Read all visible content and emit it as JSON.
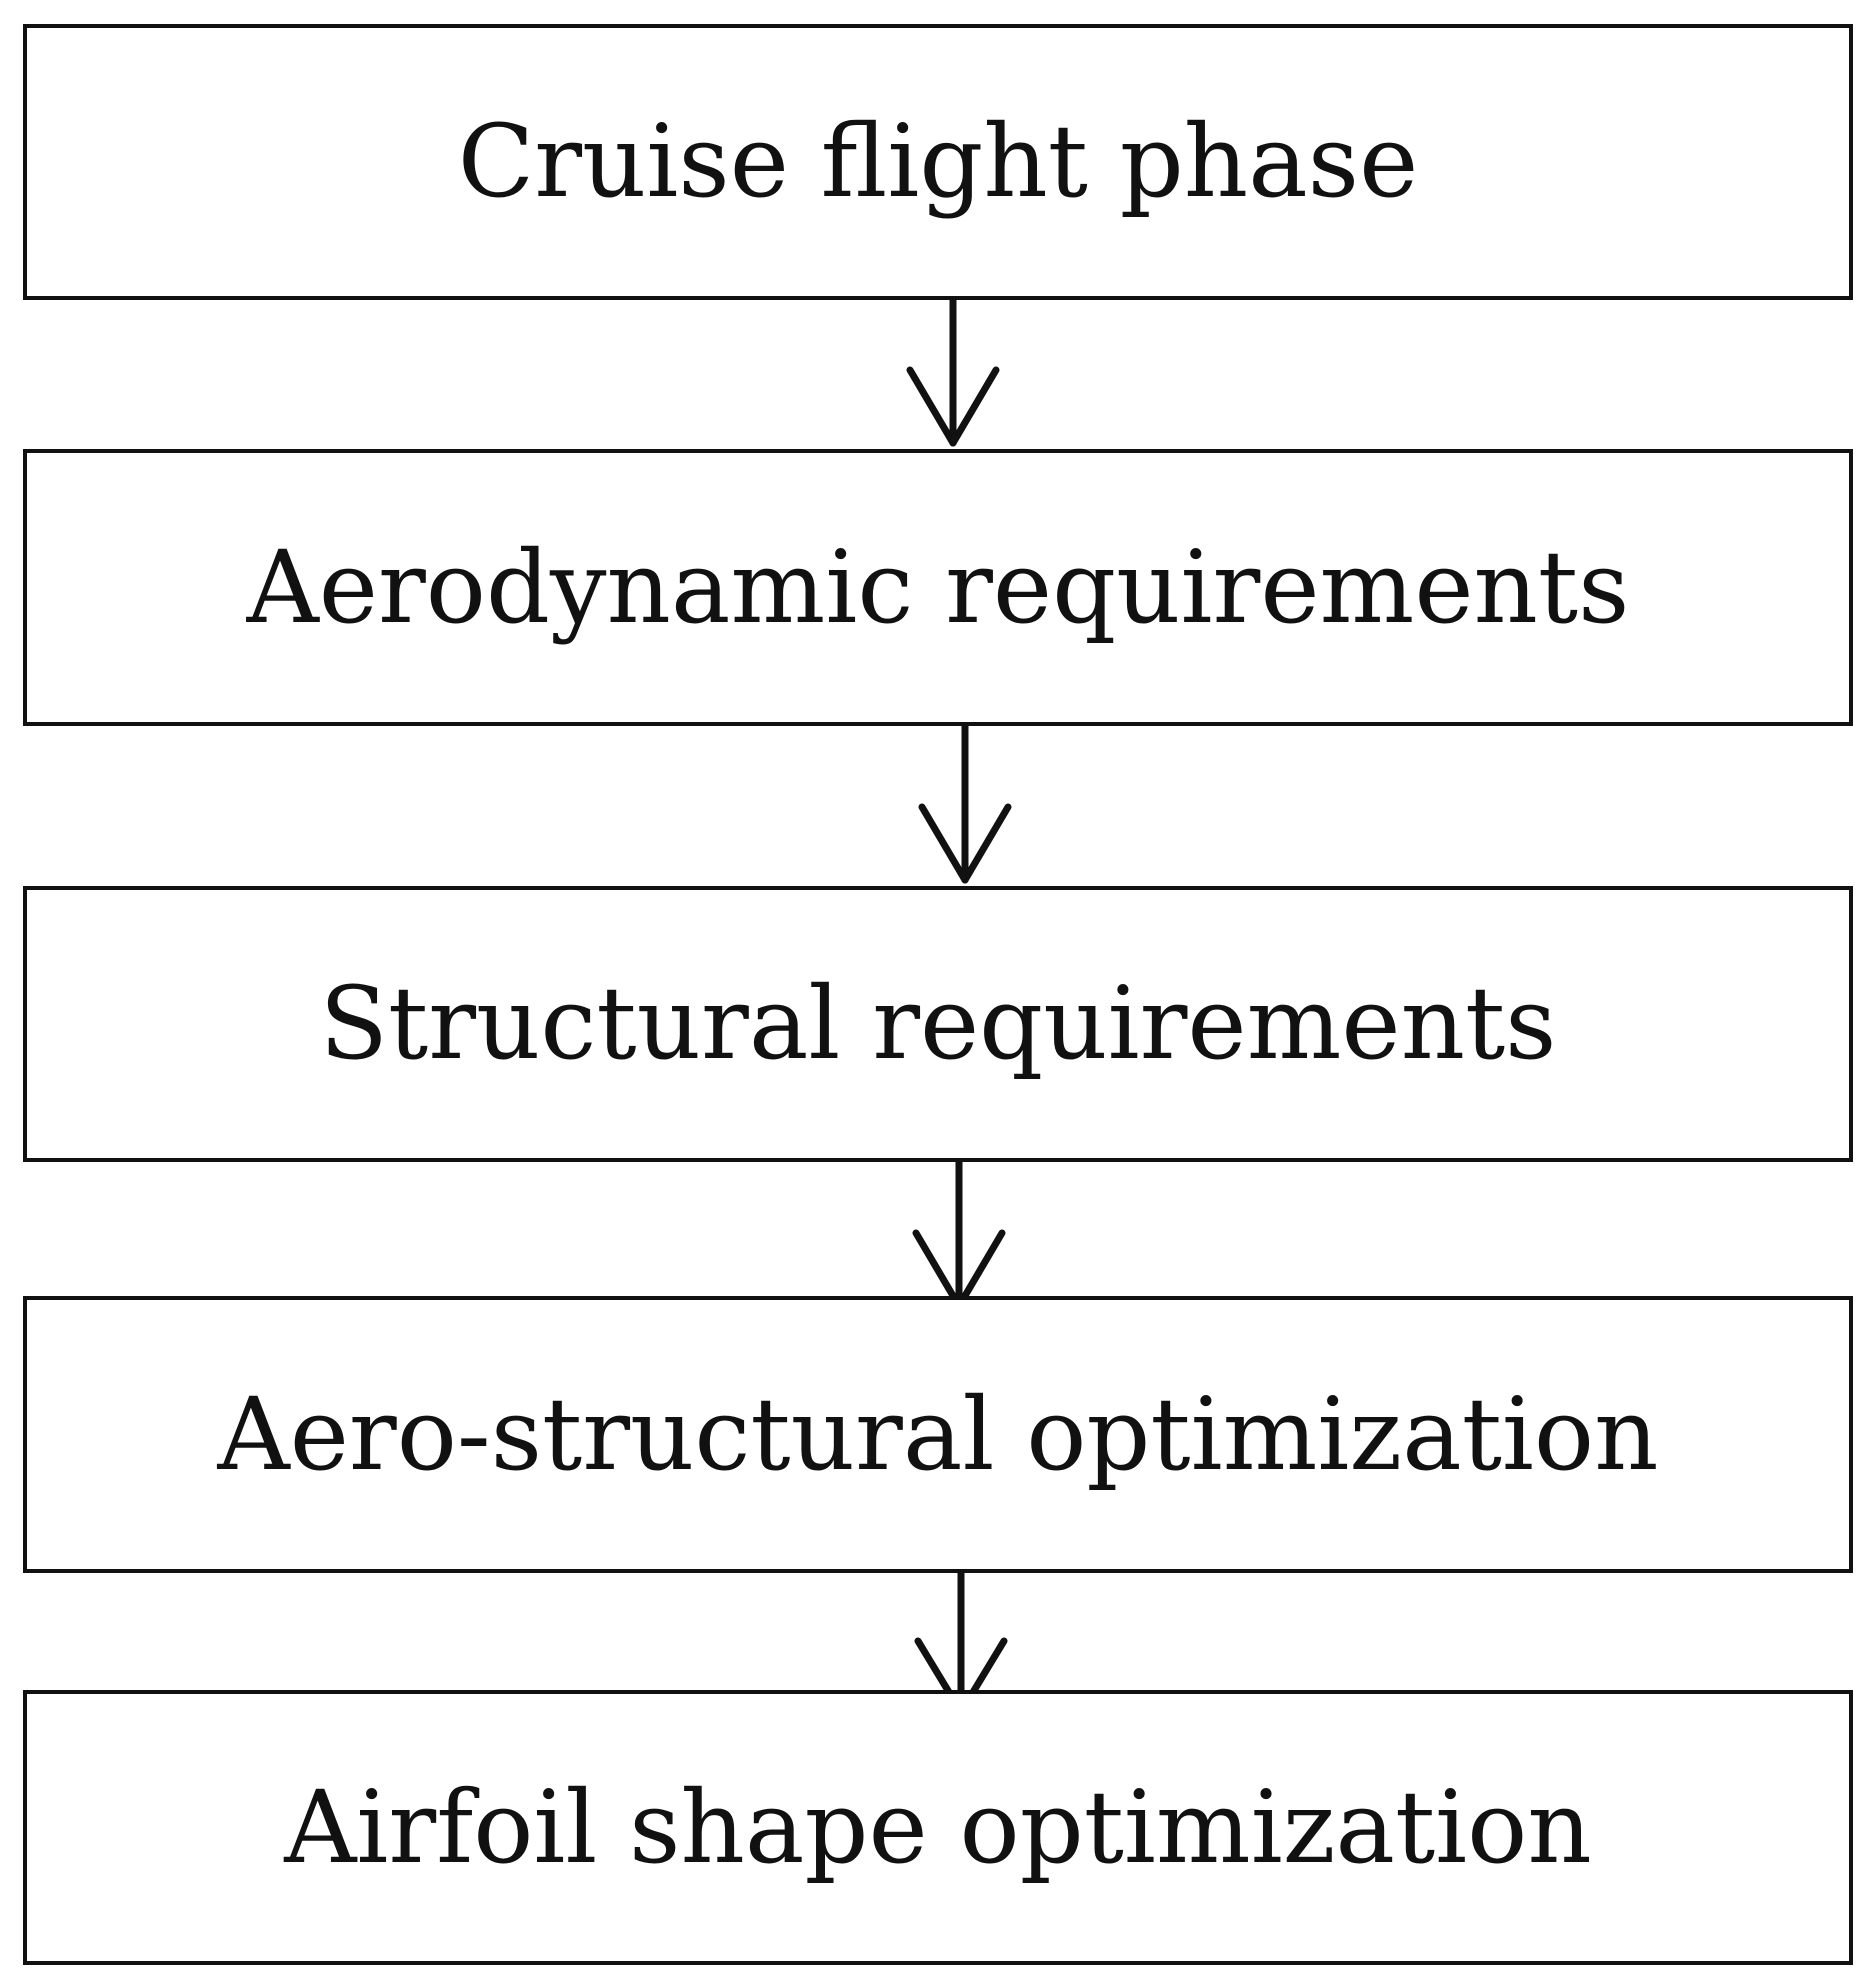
{
  "flowchart": {
    "steps": [
      {
        "label": "Cruise flight phase"
      },
      {
        "label": "Aerodynamic requirements"
      },
      {
        "label": "Structural requirements"
      },
      {
        "label": "Aero-structural optimization"
      },
      {
        "label": "Airfoil shape optimization"
      }
    ],
    "connections": [
      {
        "from": 0,
        "to": 1
      },
      {
        "from": 1,
        "to": 2
      },
      {
        "from": 2,
        "to": 3
      },
      {
        "from": 3,
        "to": 4
      }
    ]
  }
}
